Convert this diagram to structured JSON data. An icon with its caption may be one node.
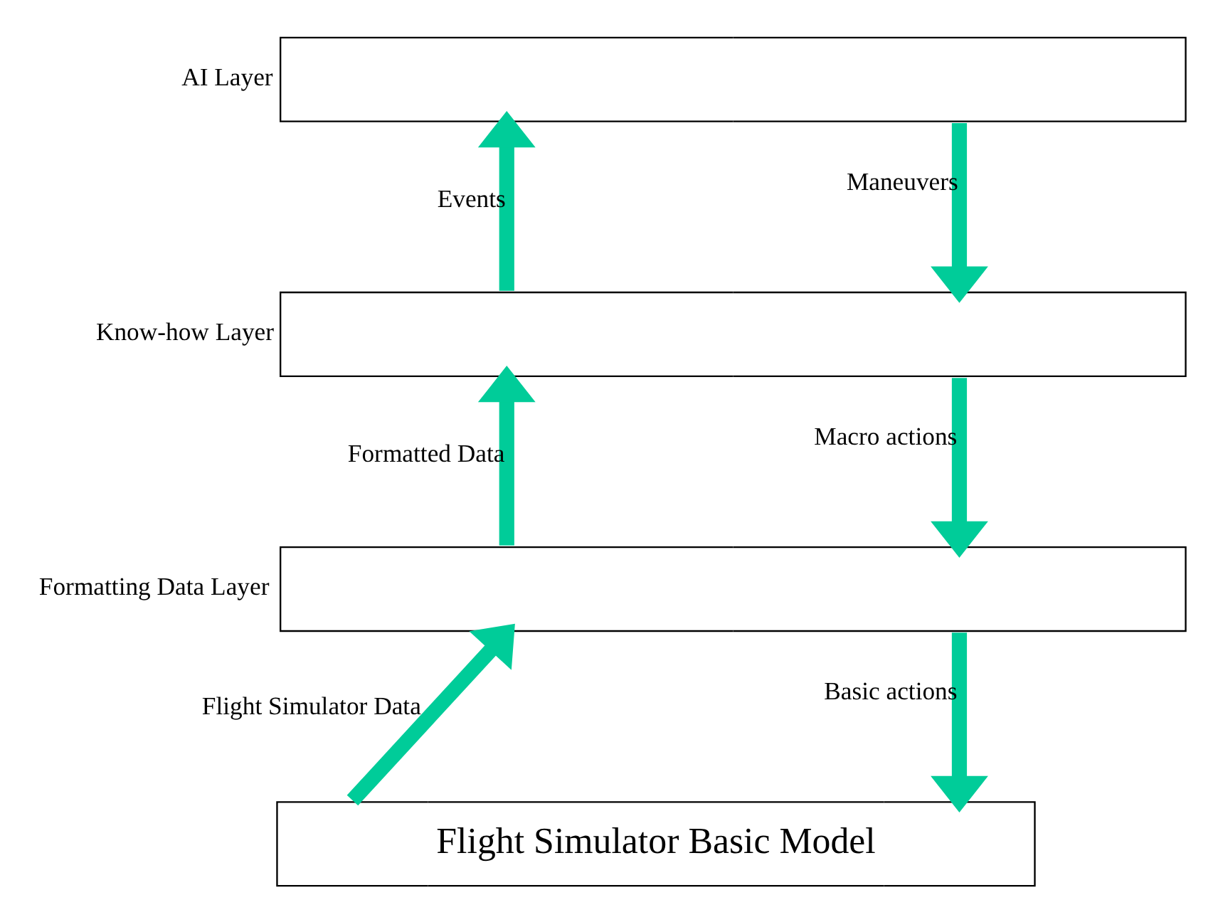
{
  "diagram": {
    "nodes": [
      {
        "text": [
          "AI Layer"
        ]
      },
      {
        "text": [
          "Know-how Layer"
        ]
      },
      {
        "text": [
          "Formatting Data Layer"
        ]
      },
      {
        "text": [
          "Flight Simulator Basic Model"
        ]
      }
    ],
    "edges": [
      {
        "from": 1,
        "to": 0,
        "arrow": "to",
        "label": "Events"
      },
      {
        "from": 0,
        "to": 1,
        "arrow": "to",
        "label": "Maneuvers"
      },
      {
        "from": 2,
        "to": 1,
        "arrow": "to",
        "label": "Formatted Data"
      },
      {
        "from": 1,
        "to": 2,
        "arrow": "to",
        "label": "Macro actions"
      },
      {
        "from": 3,
        "to": 2,
        "arrow": "to",
        "label": "Flight Simulator Data"
      },
      {
        "from": 2,
        "to": 3,
        "arrow": "to",
        "label": "Basic actions"
      }
    ]
  }
}
